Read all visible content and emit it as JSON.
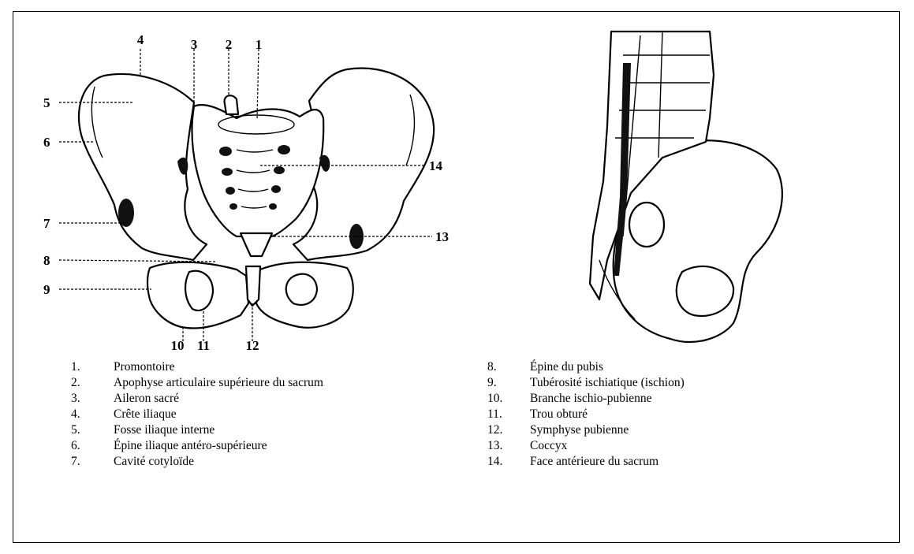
{
  "callout_numbers": [
    "1",
    "2",
    "3",
    "4",
    "5",
    "6",
    "7",
    "8",
    "9",
    "10",
    "11",
    "12",
    "13",
    "14"
  ],
  "legend_left": [
    {
      "num": "1.",
      "text": "Promontoire"
    },
    {
      "num": "2.",
      "text": "Apophyse articulaire supérieure du sacrum"
    },
    {
      "num": "3.",
      "text": "Aileron sacré"
    },
    {
      "num": "4.",
      "text": "Crête iliaque"
    },
    {
      "num": "5.",
      "text": "Fosse iliaque interne"
    },
    {
      "num": "6.",
      "text": "Épine iliaque antéro-supérieure"
    },
    {
      "num": "7.",
      "text": "Cavité cotyloïde"
    }
  ],
  "legend_right": [
    {
      "num": "8.",
      "text": "Épine du pubis"
    },
    {
      "num": "9.",
      "text": "Tubérosité ischiatique (ischion)"
    },
    {
      "num": "10.",
      "text": "Branche ischio-pubienne"
    },
    {
      "num": "11.",
      "text": "Trou obturé"
    },
    {
      "num": "12.",
      "text": "Symphyse pubienne"
    },
    {
      "num": "13.",
      "text": "Coccyx"
    },
    {
      "num": "14.",
      "text": "Face antérieure du sacrum"
    }
  ]
}
